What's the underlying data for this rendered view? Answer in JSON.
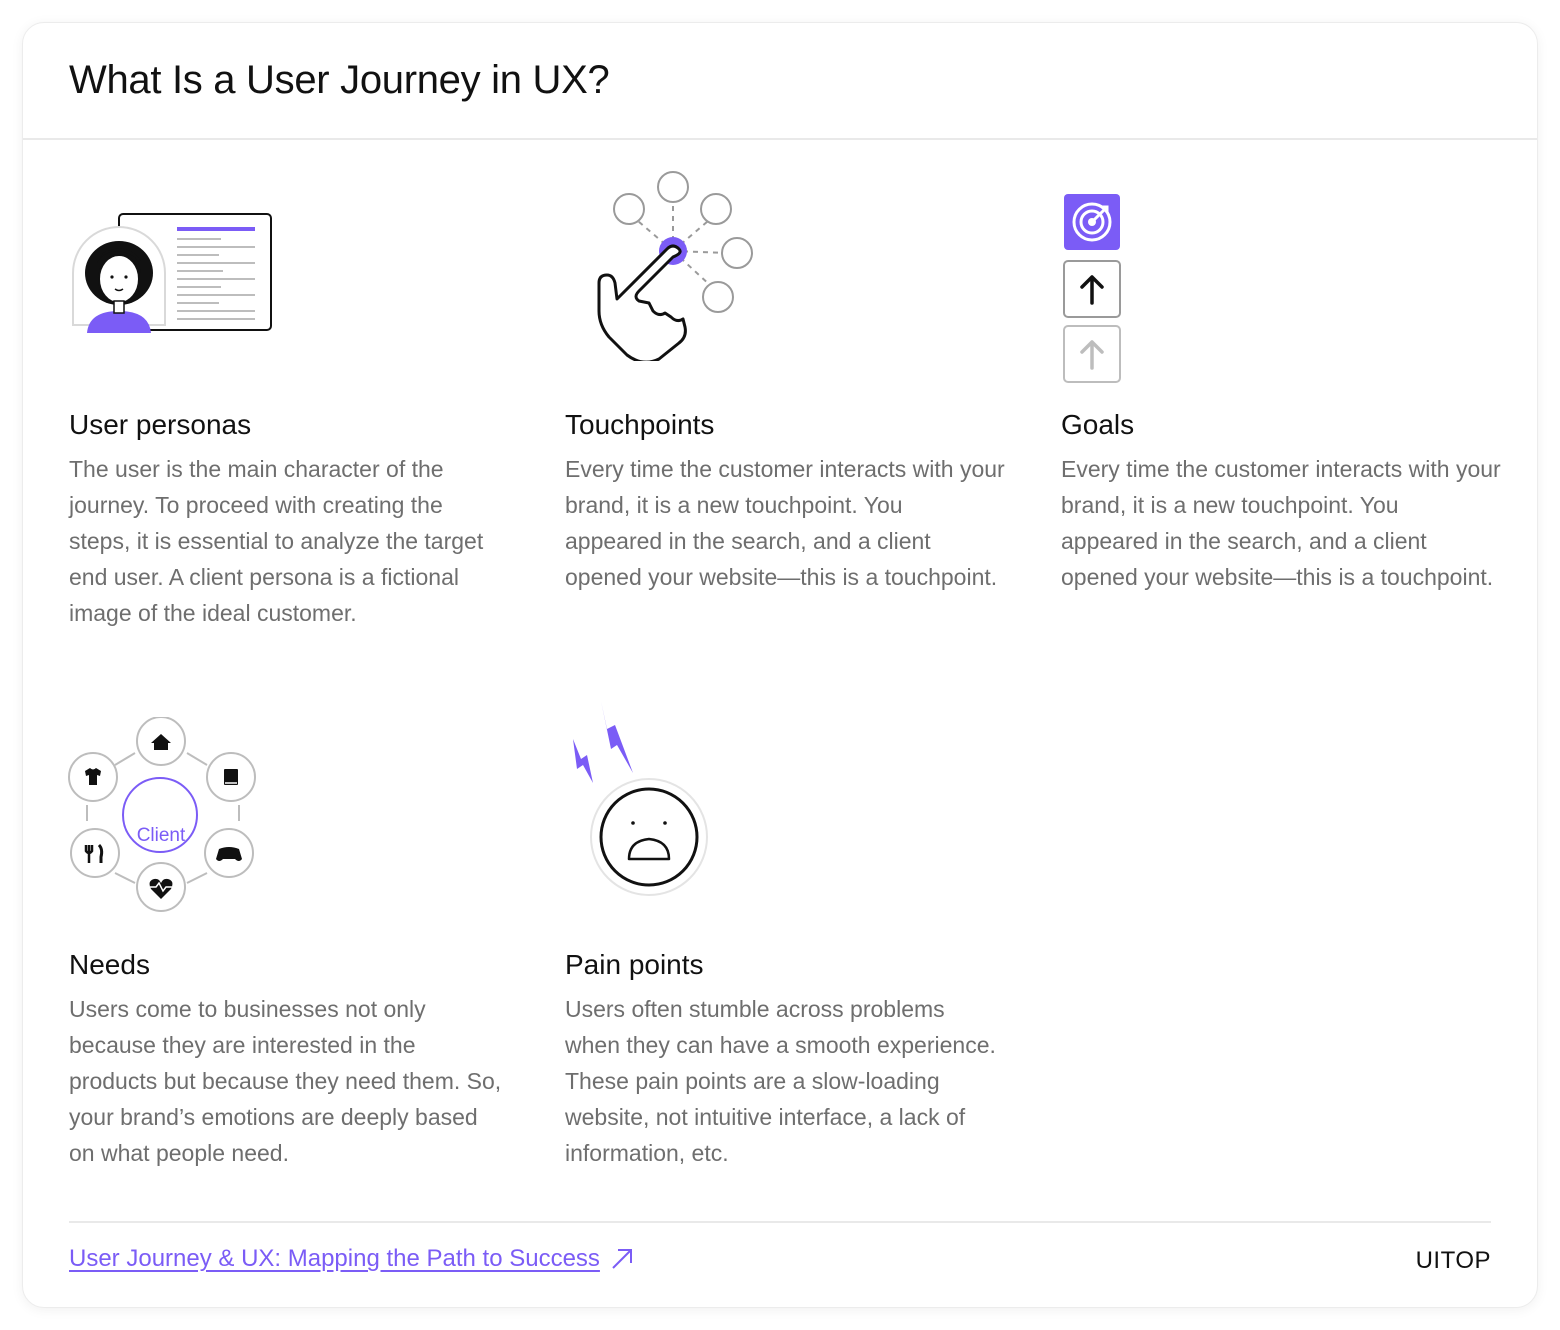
{
  "header": {
    "title": "What Is a User Journey in UX?"
  },
  "items": [
    {
      "title": "User personas",
      "desc": "The user is the main character of the journey. To proceed with creating the steps, it is essential to analyze the target end user. A client persona is a fictional image of the ideal customer.",
      "icon": "persona-illustration"
    },
    {
      "title": "Touchpoints",
      "desc": "Every time the customer interacts with your brand, it is a new touchpoint. You appeared in the search, and a client opened your website—this is a touchpoint.",
      "icon": "tapping-hand-illustration"
    },
    {
      "title": "Goals",
      "desc": "Every time the customer interacts with your brand, it is a new touchpoint. You appeared in the search, and a client opened your website—this is a touchpoint.",
      "icon": "target-arrows-illustration"
    },
    {
      "title": "Needs",
      "desc": "Users come to businesses not only because they are interested in the products but because they need them. So, your brand’s emotions are deeply based on what people need.",
      "icon": "needs-diagram-illustration"
    },
    {
      "title": "Pain points",
      "desc": "Users often stumble across problems when they can have a smooth experience. These pain points are a slow-loading website, not intuitive interface, a lack of information, etc.",
      "icon": "sad-face-illustration"
    }
  ],
  "needs_center_label": "Client",
  "footer": {
    "link_text": "User Journey & UX: Mapping the Path to Success",
    "brand": "UITOP"
  },
  "colors": {
    "accent": "#7b5cf6",
    "text": "#111111",
    "muted": "#6e6e6e",
    "divider": "#e9e9e9"
  }
}
